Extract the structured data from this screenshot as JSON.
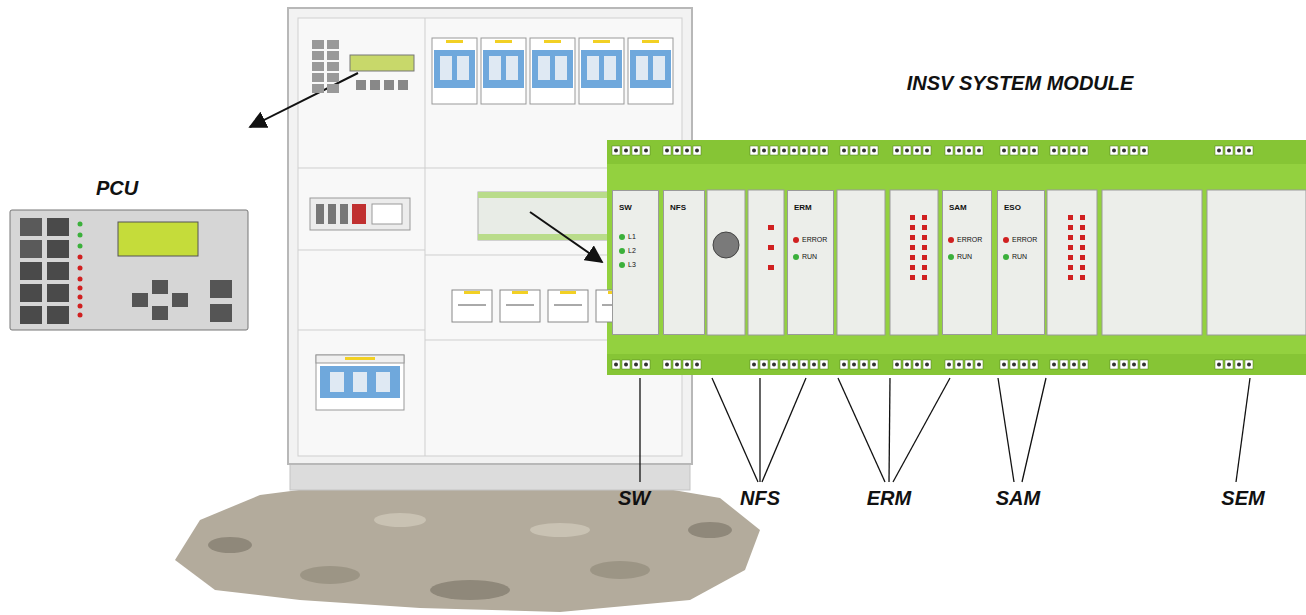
{
  "diagram": {
    "nodes": [
      {
        "text": [
          "PCU"
        ]
      },
      {
        "text": [
          "INSV SYSTEM MODULE"
        ]
      },
      {
        "text": [
          "SW",
          "L1",
          "L2",
          "L3"
        ],
        "in": 1
      },
      {
        "text": [
          "NFS"
        ],
        "in": 1
      },
      {
        "text": [
          "ERM",
          "ERROR",
          "RUN"
        ],
        "in": 1
      },
      {
        "text": [
          "SAM",
          "ERROR",
          "RUN"
        ],
        "in": 1
      },
      {
        "text": [
          "ESO",
          "ERROR",
          "RUN"
        ],
        "in": 1
      }
    ],
    "labels": [
      "SW",
      "NFS",
      "ERM",
      "SAM",
      "SEM"
    ]
  }
}
